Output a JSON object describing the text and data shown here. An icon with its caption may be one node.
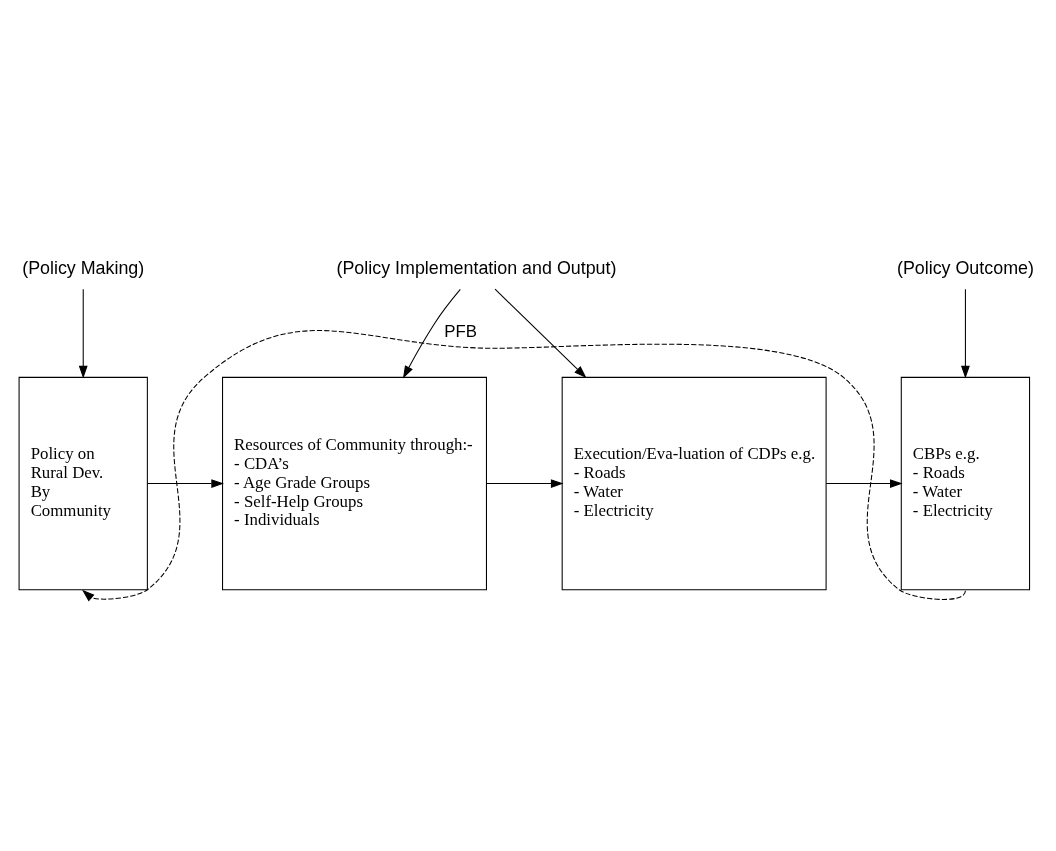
{
  "diagram": {
    "nodes": [
      {
        "text": [
          "(Policy Making)"
        ]
      },
      {
        "text": [
          "(Policy Implementation and Output)"
        ]
      },
      {
        "text": [
          "(Policy Outcome)"
        ]
      },
      {
        "text": [
          "Policy on",
          "Rural Dev.",
          "By",
          "Community"
        ]
      },
      {
        "text": [
          "Resources of Community through:-",
          "- CDA’s",
          "- Age Grade Groups",
          "- Self-Help Groups",
          "- Individuals"
        ]
      },
      {
        "text": [
          "Execution/Eva-luation of CDPs e.g.",
          "- Roads",
          "- Water",
          "- Electricity"
        ]
      },
      {
        "text": [
          "CBPs e.g.",
          "- Roads",
          "- Water",
          "- Electricity"
        ]
      }
    ],
    "edges": [
      {
        "from": 0,
        "to": 3,
        "arrow": "to"
      },
      {
        "from": 1,
        "to": 4,
        "arrow": "to"
      },
      {
        "from": 1,
        "to": 5,
        "arrow": "to"
      },
      {
        "from": 2,
        "to": 6,
        "arrow": "to"
      },
      {
        "from": 3,
        "to": 4,
        "arrow": "to"
      },
      {
        "from": 4,
        "to": 5,
        "arrow": "to"
      },
      {
        "from": 5,
        "to": 6,
        "arrow": "to"
      },
      {
        "from": 6,
        "to": 3,
        "arrow": "to",
        "style": "dashed",
        "label": "PFB"
      }
    ]
  }
}
